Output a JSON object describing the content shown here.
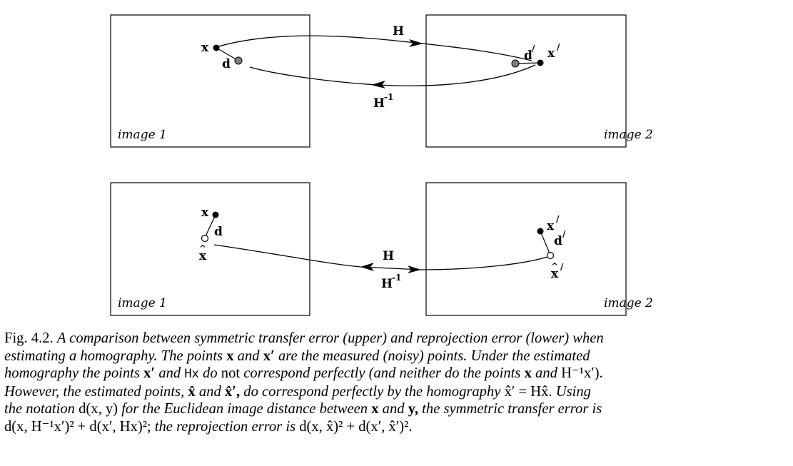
{
  "figure": {
    "top": {
      "left_image_label": "image 1",
      "right_image_label": "image 2",
      "point_x": "x",
      "point_x_prime": "x",
      "prime_mark": "/",
      "dist_left": "d",
      "dist_right": "d",
      "forward_map": "H",
      "inverse_map": "H",
      "inverse_exp": "-1"
    },
    "bottom": {
      "left_image_label": "image 1",
      "right_image_label": "image 2",
      "point_x": "x",
      "point_x_hat": "x",
      "point_x_prime": "x",
      "point_x_hat_prime": "x",
      "prime_mark": "/",
      "hat_mark": "^",
      "dist_left": "d",
      "dist_right": "d",
      "forward_map": "H",
      "inverse_map": "H",
      "inverse_exp": "-1"
    }
  },
  "caption": {
    "lead": "Fig. 4.2.",
    "l1": "A comparison between symmetric transfer error (upper) and reprojection error (lower) when",
    "l2a": "estimating a homography. The points",
    "l2b": "x",
    "l2c": "and",
    "l2d": "x′",
    "l2e": "are the measured (noisy) points. Under the estimated",
    "l3a": "homography the points",
    "l3b": "x′",
    "l3c": "and",
    "l3d": "Hx",
    "l3e": "do",
    "l3f": "not",
    "l3g": "correspond perfectly (and neither do the points",
    "l3h": "x",
    "l3i": "and",
    "l3j": "H⁻¹x′).",
    "l4a": "However, the estimated points,",
    "l4b": "x̂",
    "l4c": "and",
    "l4d": "x̂′,",
    "l4e": "do correspond perfectly by the homography",
    "l4f": "x̂′ = Hx̂.",
    "l4g": "Using",
    "l5a": "the notation",
    "l5b": "d(x, y)",
    "l5c": "for the Euclidean image distance between",
    "l5d": "x",
    "l5e": "and",
    "l5f": "y,",
    "l5g": "the symmetric transfer error is",
    "l6a": "d(x, H⁻¹x′)² + d(x′, Hx)²;",
    "l6b": "the reprojection error is",
    "l6c": "d(x, x̂)² + d(x′, x̂′)².",
    "colors": {
      "filled_point": "#000000",
      "gray_point": "#808080",
      "line": "#000000"
    }
  }
}
